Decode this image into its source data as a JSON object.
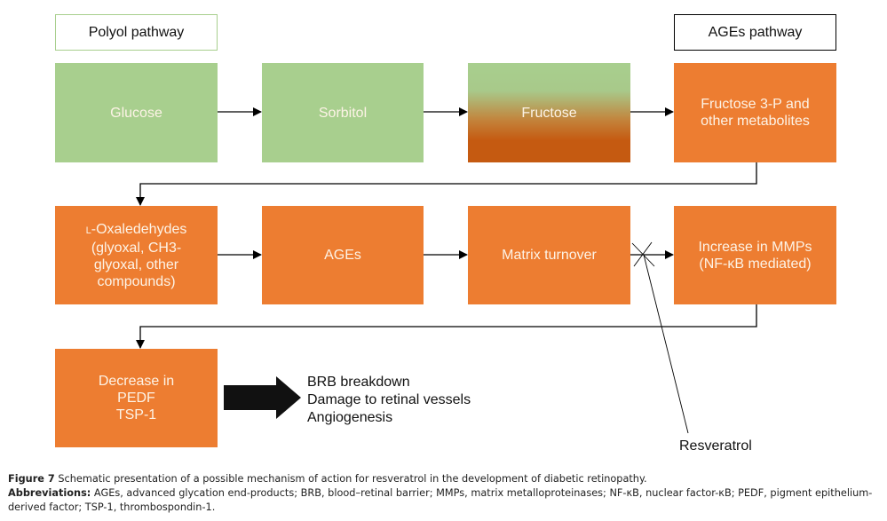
{
  "headers": {
    "polyol": "Polyol pathway",
    "ages": "AGEs pathway"
  },
  "nodes": {
    "glucose": "Glucose",
    "sorbitol": "Sorbitol",
    "fructose": "Fructose",
    "fructose3p": "Fructose 3-P and\nother metabolites",
    "oxaledehydes_prefix": "L",
    "oxaledehydes": "-Oxaledehydes\n(glyoxal, CH3-\nglyoxal, other\ncompounds)",
    "ages": "AGEs",
    "matrix": "Matrix turnover",
    "mmps": "Increase in MMPs\n(NF-κB mediated)",
    "pedf": "Decrease in\nPEDF\nTSP-1"
  },
  "effects": [
    "BRB breakdown",
    "Damage to retinal vessels",
    "Angiogenesis"
  ],
  "inhibitor": "Resveratrol",
  "colors": {
    "green": "#a8cf8e",
    "orange": "#ed7d31",
    "dark_orange": "#c55a11",
    "polyol_border": "#a8cf8e",
    "ages_border": "#000000"
  },
  "caption": {
    "figure_label": "Figure 7",
    "figure_text": " Schematic presentation of a possible mechanism of action for resveratrol in the development of diabetic retinopathy.",
    "abbrev_label": "Abbreviations:",
    "abbrev_text": " AGEs, advanced glycation end-products; BRB, blood–retinal barrier; MMPs, matrix metalloproteinases; NF-κB, nuclear factor-κB; PEDF, pigment epithelium-derived factor; TSP-1, thrombospondin-1."
  }
}
